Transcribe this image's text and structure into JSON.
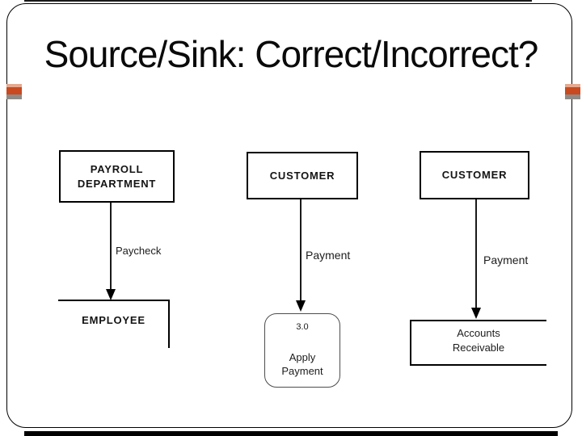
{
  "slide": {
    "title": "Source/Sink: Correct/Incorrect?"
  },
  "diagrams": [
    {
      "source": "PAYROLL\nDEPARTMENT",
      "flow": "Paycheck",
      "sink": "EMPLOYEE",
      "sink_shape": "open-rectangle-top-right"
    },
    {
      "source": "CUSTOMER",
      "flow": "Payment",
      "process_number": "3.0",
      "process_name": "Apply\nPayment",
      "target_shape": "rounded-process"
    },
    {
      "source": "CUSTOMER",
      "flow": "Payment",
      "data_store": "Accounts\nReceivable",
      "target_shape": "open-ended-data-store"
    }
  ],
  "colors": {
    "accent_salmon": "#e8a88d",
    "accent_orange": "#c94a20",
    "accent_gray": "#8f8a85",
    "line": "#000000"
  }
}
